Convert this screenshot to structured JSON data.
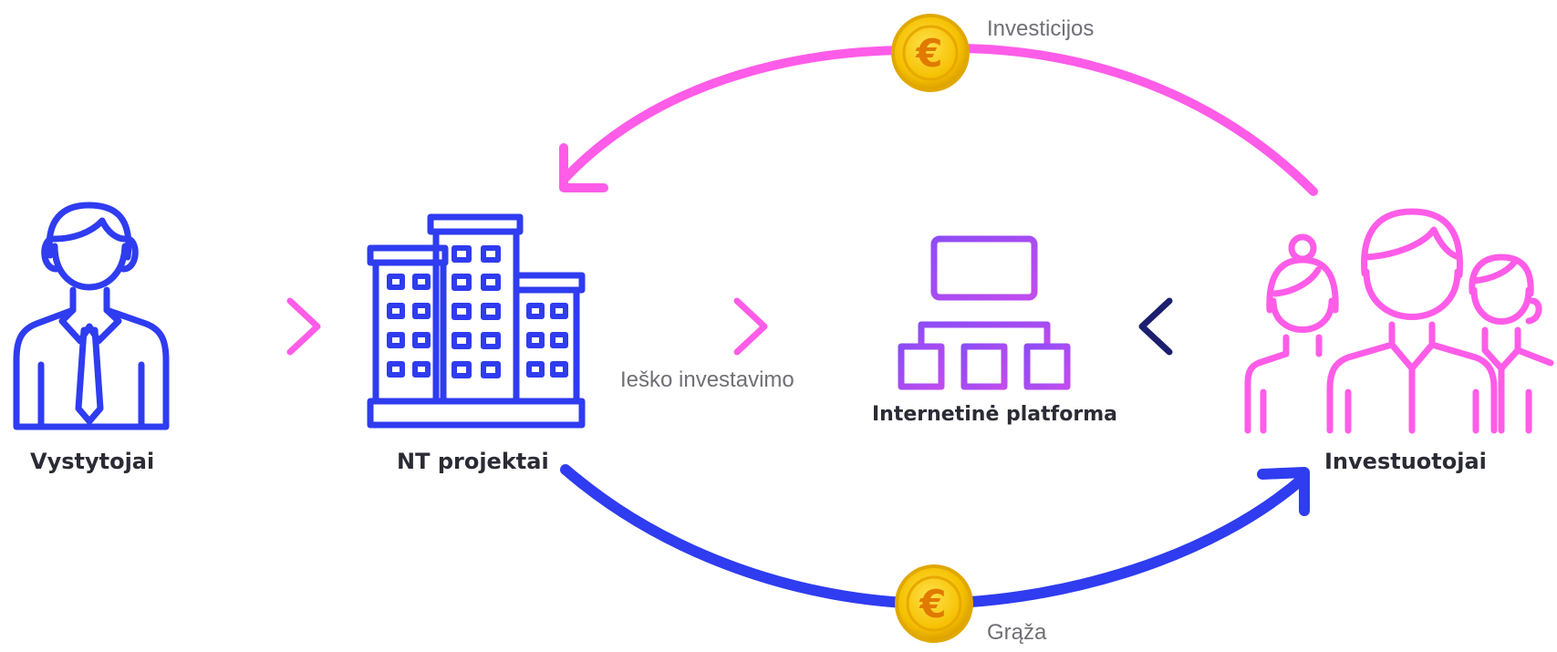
{
  "nodes": {
    "developers": "Vystytojai",
    "projects": "NT projektai",
    "platform": "Internetinė platforma",
    "investors": "Investuotojai"
  },
  "flows": {
    "investments": "Investicijos",
    "returns": "Grąža",
    "seeking": "Ieško investavimo"
  },
  "icons": {
    "coin_symbol": "€"
  },
  "colors": {
    "blue": "#2f3cf0",
    "magenta": "#ff5ce8",
    "purple": "#a24cf2",
    "navy": "#1b1f6e",
    "gold": "#f7c600",
    "text": "#2b2b35",
    "muted": "#6f6f76"
  }
}
